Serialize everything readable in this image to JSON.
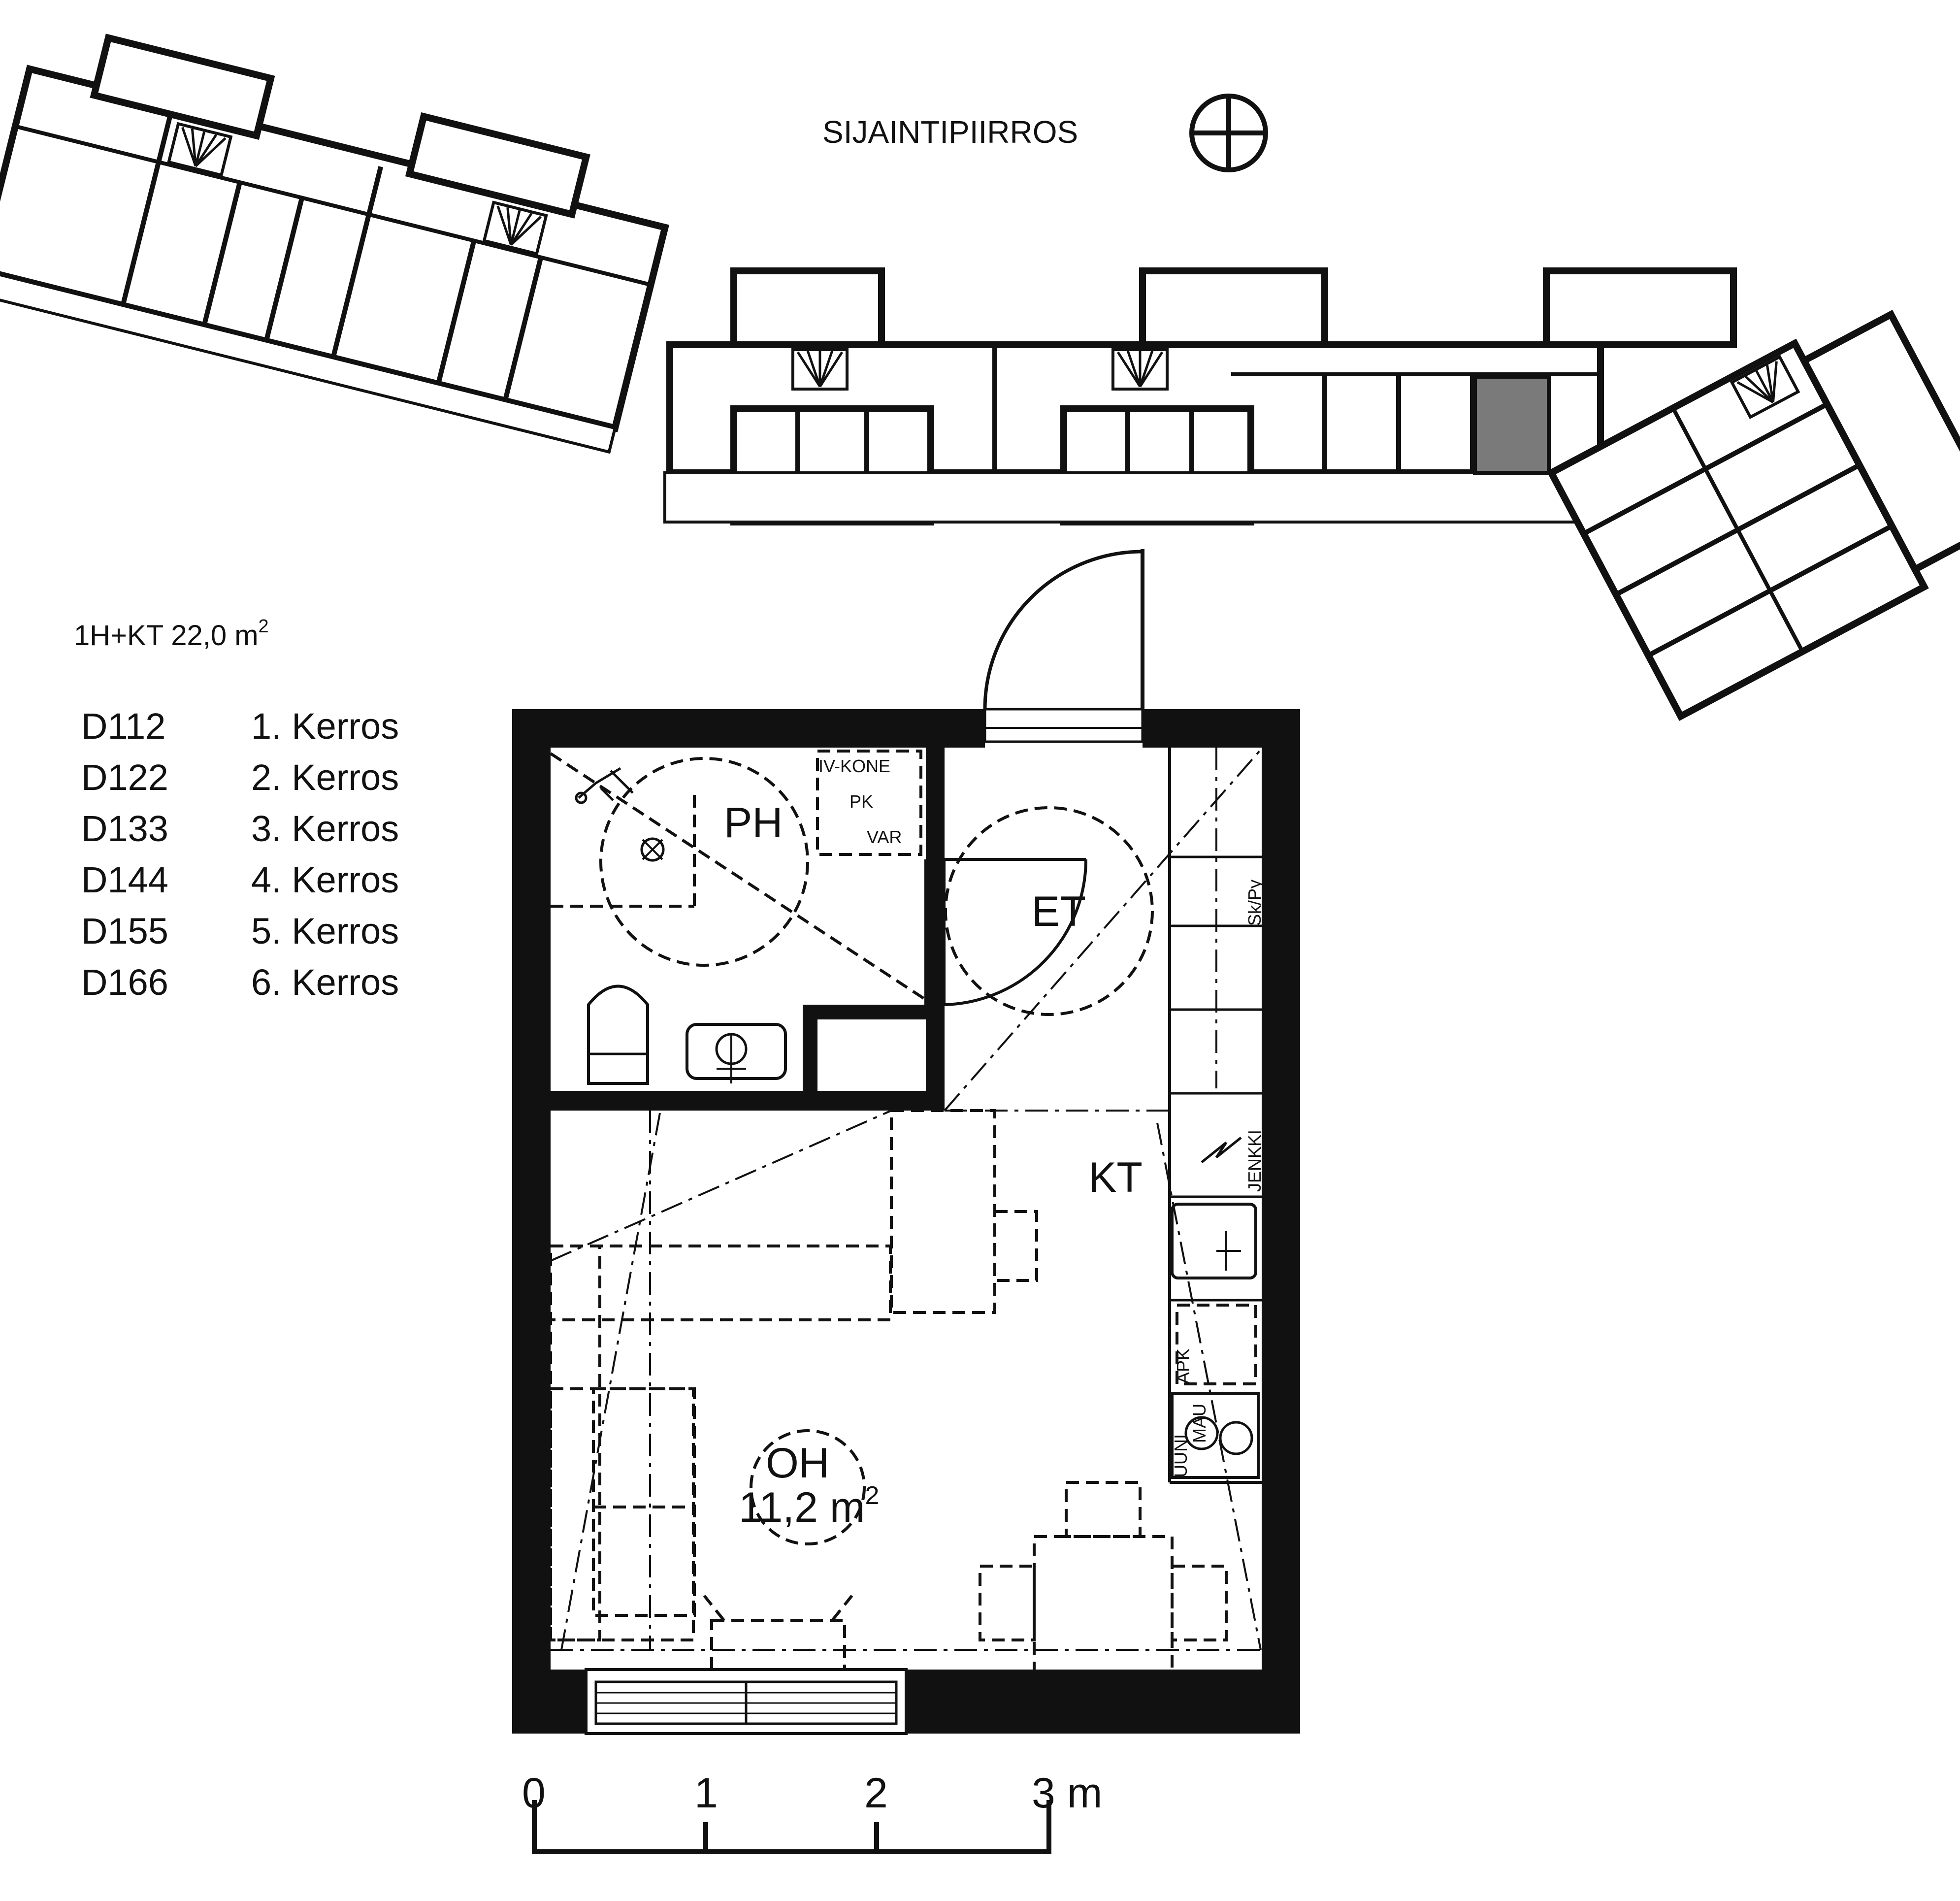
{
  "site_plan": {
    "title": "SIJAINTIPIIRROS",
    "highlight_color": "#7a7a7a"
  },
  "apartment": {
    "type_label": "1H+KT 22,0 m",
    "area_sup": "2",
    "units": [
      {
        "code": "D112",
        "floor": "1. Kerros"
      },
      {
        "code": "D122",
        "floor": "2. Kerros"
      },
      {
        "code": "D133",
        "floor": "3. Kerros"
      },
      {
        "code": "D144",
        "floor": "4. Kerros"
      },
      {
        "code": "D155",
        "floor": "5. Kerros"
      },
      {
        "code": "D166",
        "floor": "6. Kerros"
      }
    ]
  },
  "rooms": {
    "ph": "PH",
    "et": "ET",
    "kt": "KT",
    "oh": "OH",
    "oh_area": "11,2 m",
    "oh_area_sup": "2"
  },
  "fixtures": {
    "iv_kone": "IV-KONE",
    "pk": "PK",
    "var": "VAR",
    "sk_py": "Sk/Py",
    "jenkki": "JENKKI",
    "apk": "APK",
    "uuni": "UUNI",
    "mau": "MAU"
  },
  "scale_bar": {
    "labels": [
      "0",
      "1",
      "2",
      "3 m"
    ]
  },
  "icons": {
    "north": "north-arrow-icon",
    "stair": "stair-icon"
  }
}
